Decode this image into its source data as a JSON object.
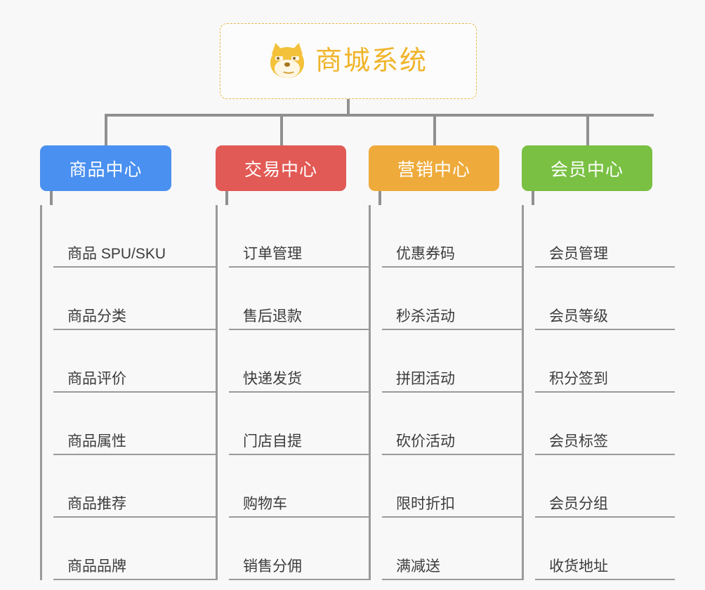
{
  "root": {
    "title": "商城系统",
    "icon": "shiba-dog-icon",
    "border_color": "#e8b84b",
    "text_color": "#f0b429",
    "background": "#fcfcfc"
  },
  "canvas": {
    "background": "#f8f8f8",
    "connector_color": "#909090"
  },
  "columns": [
    {
      "title": "商品中心",
      "color": "#4a90f0",
      "items": [
        {
          "label": "商品 SPU/SKU"
        },
        {
          "label": "商品分类"
        },
        {
          "label": "商品评价"
        },
        {
          "label": "商品属性"
        },
        {
          "label": "商品推荐"
        },
        {
          "label": "商品品牌"
        }
      ]
    },
    {
      "title": "交易中心",
      "color": "#e25a55",
      "items": [
        {
          "label": "订单管理"
        },
        {
          "label": "售后退款"
        },
        {
          "label": "快递发货"
        },
        {
          "label": "门店自提"
        },
        {
          "label": "购物车"
        },
        {
          "label": "销售分佣"
        }
      ]
    },
    {
      "title": "营销中心",
      "color": "#eeab3b",
      "items": [
        {
          "label": "优惠券码"
        },
        {
          "label": "秒杀活动"
        },
        {
          "label": "拼团活动"
        },
        {
          "label": "砍价活动"
        },
        {
          "label": "限时折扣"
        },
        {
          "label": "满减送"
        }
      ]
    },
    {
      "title": "会员中心",
      "color": "#79c043",
      "items": [
        {
          "label": "会员管理"
        },
        {
          "label": "会员等级"
        },
        {
          "label": "积分签到"
        },
        {
          "label": "会员标签"
        },
        {
          "label": "会员分组"
        },
        {
          "label": "收货地址"
        }
      ]
    }
  ]
}
